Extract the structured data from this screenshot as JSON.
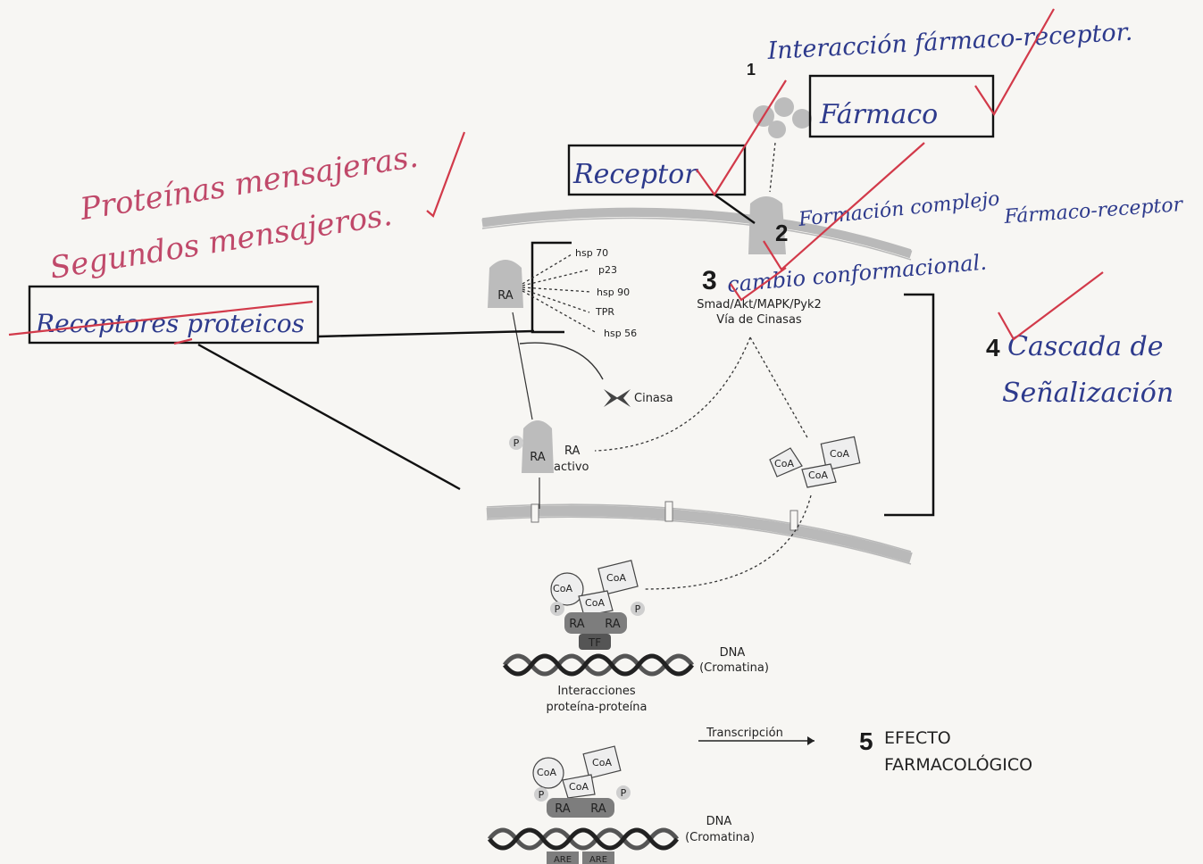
{
  "diagram": {
    "step_numbers": [
      "1",
      "2",
      "3",
      "4",
      "5"
    ],
    "handwritten": {
      "interaction": "Interacción fármaco-receptor.",
      "farmaco": "Fármaco",
      "receptor": "Receptor",
      "formacion_line1": "Formación complejo",
      "formacion_line2": "Fármaco-receptor",
      "cambio": "cambio conformacional.",
      "cascada_line1": "Cascada de",
      "cascada_line2": "Señalización",
      "proteinas": "Proteínas mensajeras.",
      "segundos": "Segundos mensajeros.",
      "receptores": "Receptores proteicos"
    },
    "printed": {
      "ra": "RA",
      "hsp70": "hsp 70",
      "p23": "p23",
      "hsp90": "hsp 90",
      "tpr": "TPR",
      "hsp56": "hsp 56",
      "pathway_line1": "Smad/Akt/MAPK/Pyk2",
      "pathway_line2": "Vía de Cinasas",
      "cinasa": "Cinasa",
      "p": "P",
      "ra_activo_line1": "RA",
      "ra_activo_line2": "activo",
      "coa": "CoA",
      "tf": "TF",
      "dna": "DNA",
      "cromatina": "(Cromatina)",
      "interacciones_line1": "Interacciones",
      "interacciones_line2": "proteína-proteína",
      "transcripcion": "Transcripción",
      "efecto_line1": "EFECTO",
      "efecto_line2": "FARMACOLÓGICO",
      "are": "ARE"
    },
    "colors": {
      "handwriting_blue": "#2d3a8c",
      "handwriting_pink": "#c0496a",
      "check_red": "#d23a4a"
    }
  }
}
